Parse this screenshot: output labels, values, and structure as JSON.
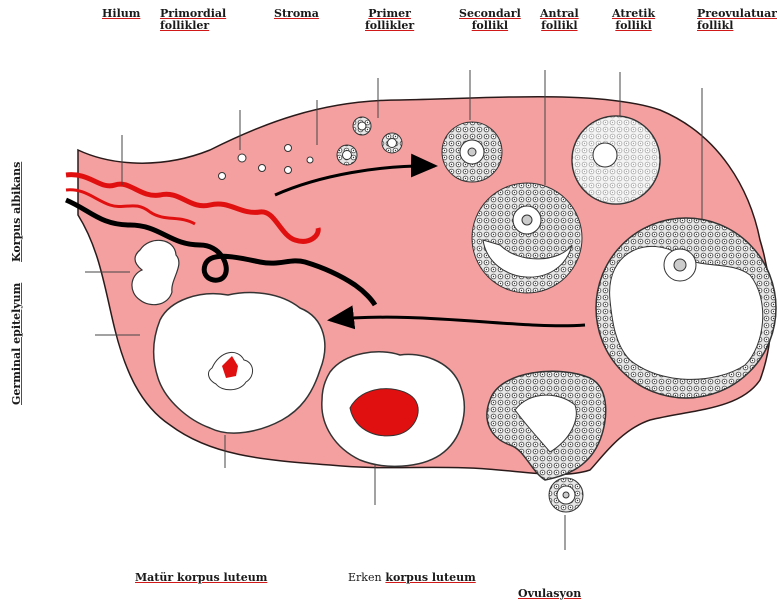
{
  "labels": {
    "hilum": "Hilum",
    "primordial_follicles": [
      "Primordial",
      "follikler"
    ],
    "stroma": "Stroma",
    "primary_follicles": [
      "Primer",
      "follikler"
    ],
    "secondary_follicle": [
      "Secondarl",
      "follikl"
    ],
    "antral_follicle": [
      "Antral",
      "follikl"
    ],
    "atretic_follicle": [
      "Atretik",
      "follikl"
    ],
    "preovulatory_follicle": [
      "Preovulatuar",
      "follikl"
    ],
    "corpus_albicans": "Korpus albikans",
    "germinal_epithelium": "Germinal epitelyum",
    "mature_corpus_luteum": "Matür korpus luteum",
    "early_corpus_luteum_prefix": "Erken",
    "early_corpus_luteum_suffix": "korpus luteum",
    "ovulation": "Ovulasyon"
  },
  "colors": {
    "ovary_fill": "#f5a0a0",
    "ovary_stroke": "#2a1a1a",
    "blood_vessel": "#e01010",
    "dark_vessel": "#000000",
    "granulosa": "#dcdcdc",
    "corpus_red": "#e01010"
  }
}
